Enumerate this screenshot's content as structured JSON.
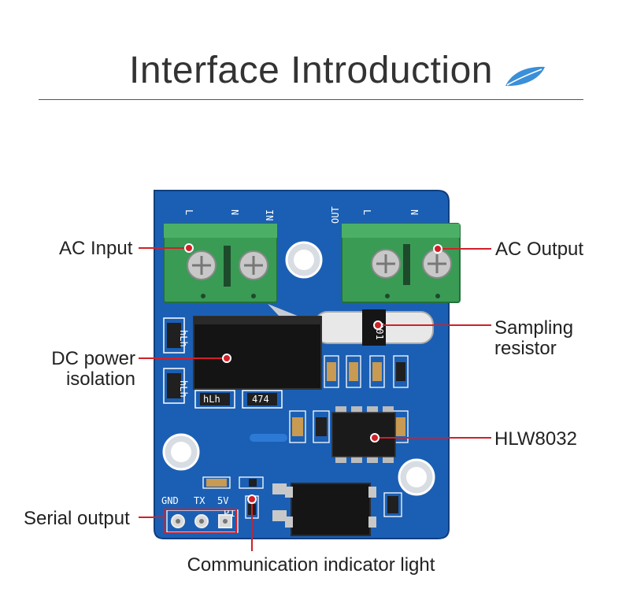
{
  "header": {
    "title": "Interface Introduction"
  },
  "callouts": {
    "ac_input": "AC Input",
    "ac_output": "AC Output",
    "sampling_resistor_line1": "Sampling",
    "sampling_resistor_line2": "resistor",
    "dc_power_line1": "DC power",
    "dc_power_line2": "isolation",
    "hlw8032": "HLW8032",
    "serial_output": "Serial output",
    "comm_indicator": "Communication indicator light"
  },
  "silkscreen": {
    "in_l": "L",
    "in_n": "N",
    "in": "IN",
    "out": "OUT",
    "out_l": "L",
    "out_n": "N",
    "gnd": "GND",
    "tx": "TX",
    "v5": "5V",
    "p1": "P1",
    "resistor_code": "R01",
    "cap_code_1": "474",
    "cap_code_2": "hLh",
    "side_code_1": "hLh",
    "side_code_2": "hLh"
  },
  "colors": {
    "accent_red": "#d0202a",
    "pcb_blue": "#1b5fb4",
    "terminal_green": "#3a9b55",
    "leaf_blue": "#3a8fd8"
  }
}
